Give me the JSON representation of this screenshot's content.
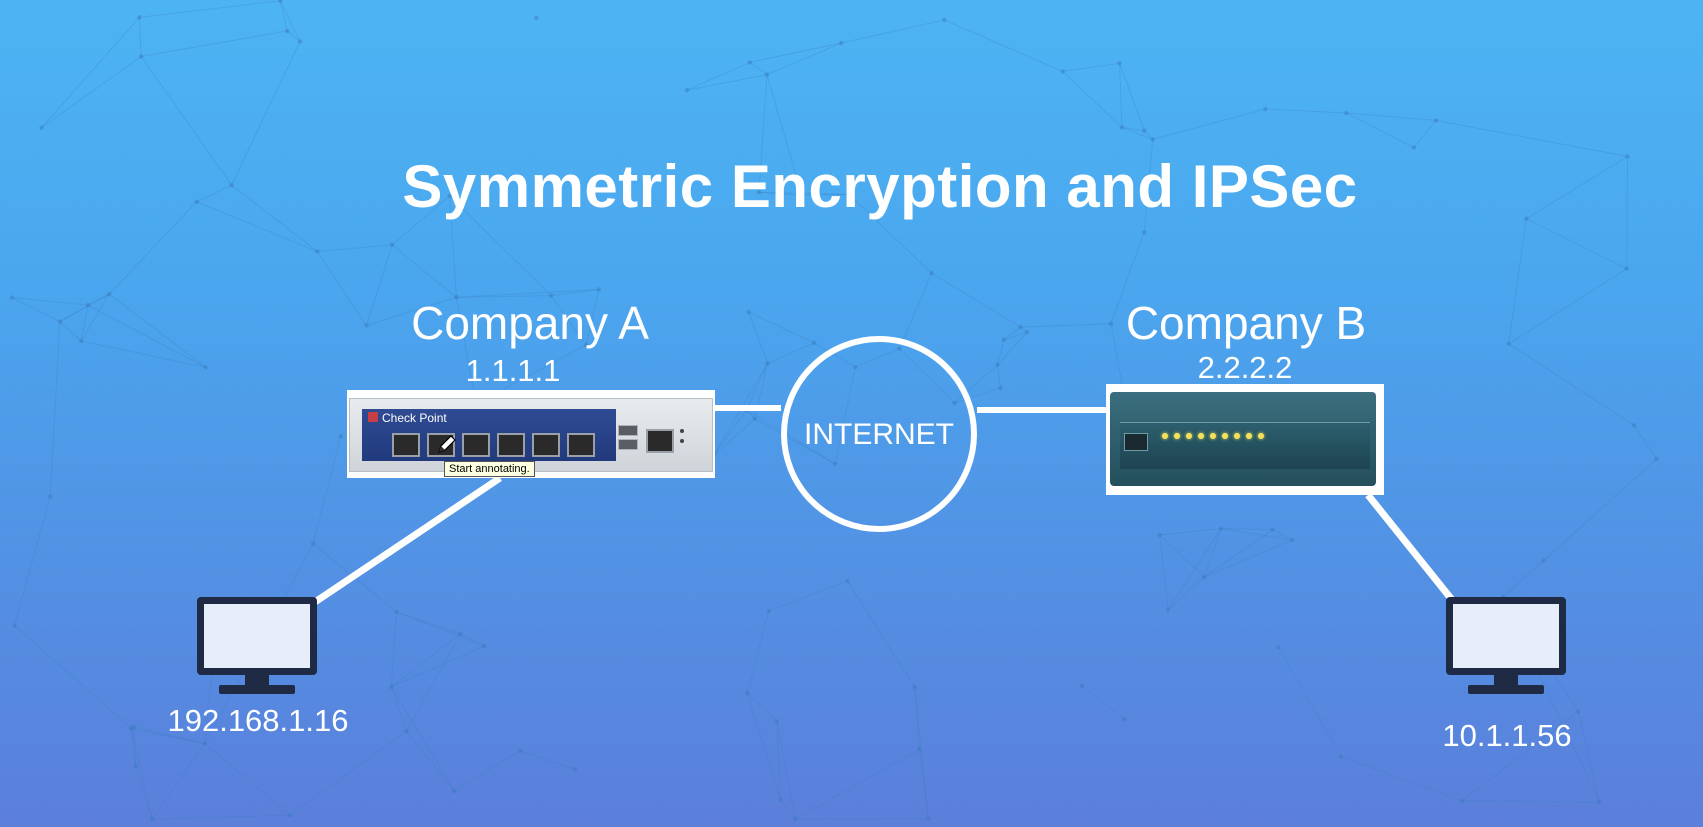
{
  "title": "Symmetric Encryption and IPSec",
  "company_a": {
    "name": "Company A",
    "ip": "1.1.1.1",
    "brand": "Check Point"
  },
  "company_b": {
    "name": "Company B",
    "ip": "2.2.2.2"
  },
  "internet": {
    "label": "INTERNET"
  },
  "host_a": {
    "ip": "192.168.1.16"
  },
  "host_b": {
    "ip": "10.1.1.56"
  },
  "tooltip": {
    "text": "Start annotating."
  },
  "colors": {
    "background_top": "#4db4f3",
    "background_bottom": "#5b7fdb",
    "foreground": "#ffffff",
    "monitor": "#1f2a44",
    "checkpoint_panel": "#2f4b93",
    "asa_body": "#3a6e7e"
  },
  "icons": {
    "host_a": "monitor-icon",
    "host_b": "monitor-icon",
    "cursor": "pen-cursor-icon"
  }
}
